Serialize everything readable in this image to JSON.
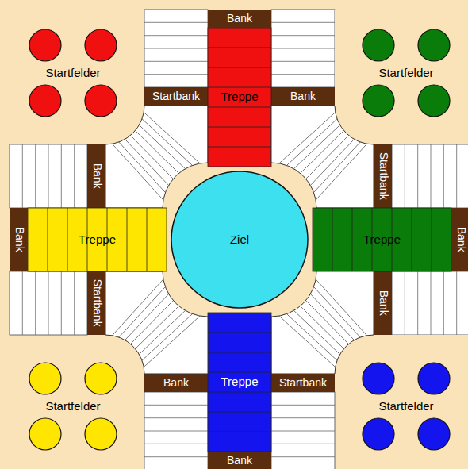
{
  "diagram": {
    "nodes": [
      {
        "text": [
          "Startfelder"
        ]
      },
      {
        "text": [
          "Bank"
        ]
      },
      {
        "text": [
          "Startfelder"
        ]
      },
      {
        "text": [
          "Startbank"
        ]
      },
      {
        "text": [
          "Treppe"
        ]
      },
      {
        "text": [
          "Bank"
        ]
      },
      {
        "text": [
          "Bank"
        ]
      },
      {
        "text": [
          "Startbank"
        ]
      },
      {
        "text": [
          "Bank"
        ]
      },
      {
        "text": [
          "Treppe"
        ]
      },
      {
        "text": [
          "Ziel"
        ]
      },
      {
        "text": [
          "Treppe"
        ]
      },
      {
        "text": [
          "Bank"
        ]
      },
      {
        "text": [
          "Startbank"
        ]
      },
      {
        "text": [
          "Bank"
        ]
      },
      {
        "text": [
          "Startfelder"
        ]
      },
      {
        "text": [
          "Bank"
        ]
      },
      {
        "text": [
          "Treppe"
        ]
      },
      {
        "text": [
          "Startbank"
        ]
      },
      {
        "text": [
          "Startfelder"
        ]
      },
      {
        "text": [
          "Bank"
        ]
      }
    ]
  }
}
